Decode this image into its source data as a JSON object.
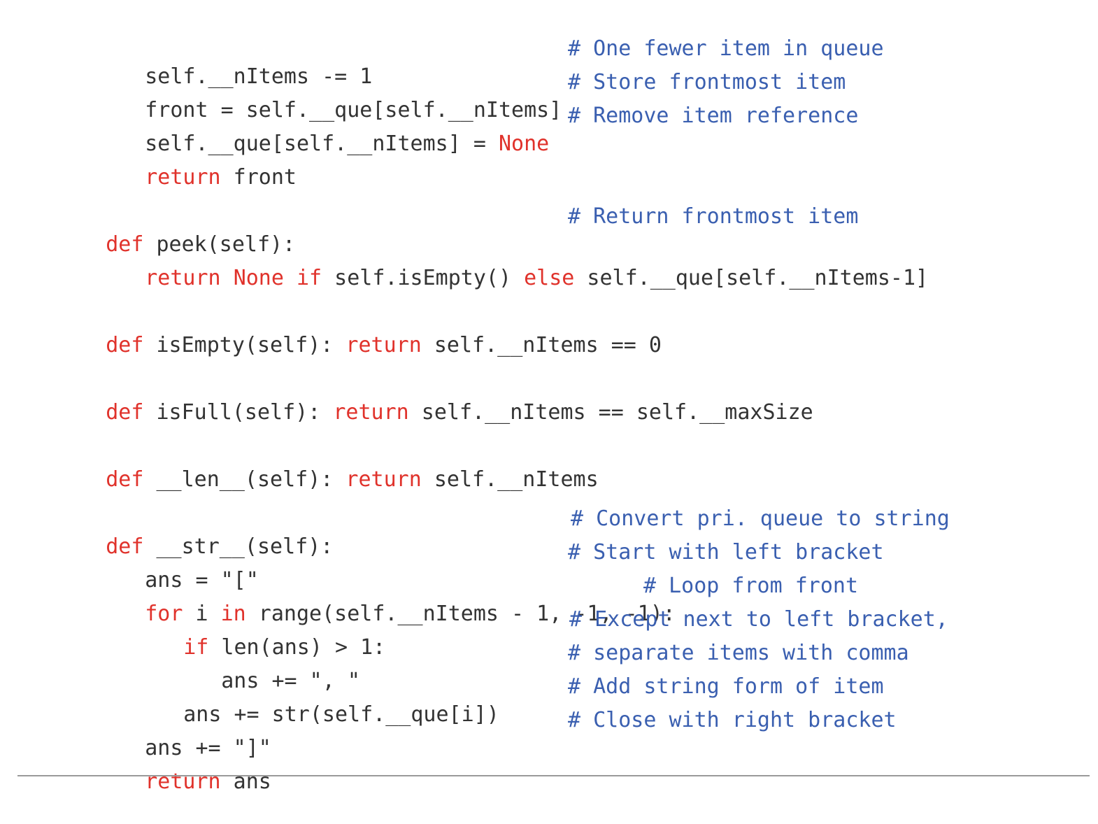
{
  "colors": {
    "keyword": "#e0322b",
    "comment": "#3a5fb0",
    "text": "#333333",
    "rule": "#9a9a9a"
  },
  "code": {
    "l1": {
      "a": "self.__nItems -= 1",
      "comment": "# One fewer item in queue"
    },
    "l2": {
      "a": "front = self.__que[self.__nItems]",
      "comment": "# Store frontmost item"
    },
    "l3": {
      "a": "self.__que[self.__nItems] = ",
      "kw1": "None",
      "comment": "# Remove item reference"
    },
    "l4": {
      "kw1": "return",
      "a": " front"
    },
    "l5": {
      "kw1": "def",
      "a": " peek(self):",
      "comment": "# Return frontmost item"
    },
    "l6": {
      "kw1": "return",
      "s1": " ",
      "kw2": "None",
      "s2": " ",
      "kw3": "if",
      "a": " self.isEmpty() ",
      "kw4": "else",
      "b": " self.__que[self.__nItems-1]"
    },
    "l7": {
      "kw1": "def",
      "a": " isEmpty(self): ",
      "kw2": "return",
      "b": " self.__nItems == 0"
    },
    "l8": {
      "kw1": "def",
      "a": " isFull(self): ",
      "kw2": "return",
      "b": " self.__nItems == self.__maxSize"
    },
    "l9": {
      "kw1": "def",
      "a": " __len__(self): ",
      "kw2": "return",
      "b": " self.__nItems"
    },
    "l10": {
      "kw1": "def",
      "a": " __str__(self):",
      "comment": "# Convert pri. queue to string"
    },
    "l11": {
      "a": "ans = \"[\"",
      "comment": "# Start with left bracket"
    },
    "l12": {
      "kw1": "for",
      "a": " i ",
      "kw2": "in",
      "b": " range(self.__nItems - 1, -1, -1):",
      "comment": "# Loop from front"
    },
    "l13": {
      "kw1": "if",
      "a": " len(ans) > 1:",
      "comment": "# Except next to left bracket,"
    },
    "l14": {
      "a": "ans += \", \"",
      "comment": "# separate items with comma"
    },
    "l15": {
      "a": "ans += str(self.__que[i])",
      "comment": "# Add string form of item"
    },
    "l16": {
      "a": "ans += \"]\"",
      "comment": "# Close with right bracket"
    },
    "l17": {
      "kw1": "return",
      "a": " ans"
    }
  }
}
